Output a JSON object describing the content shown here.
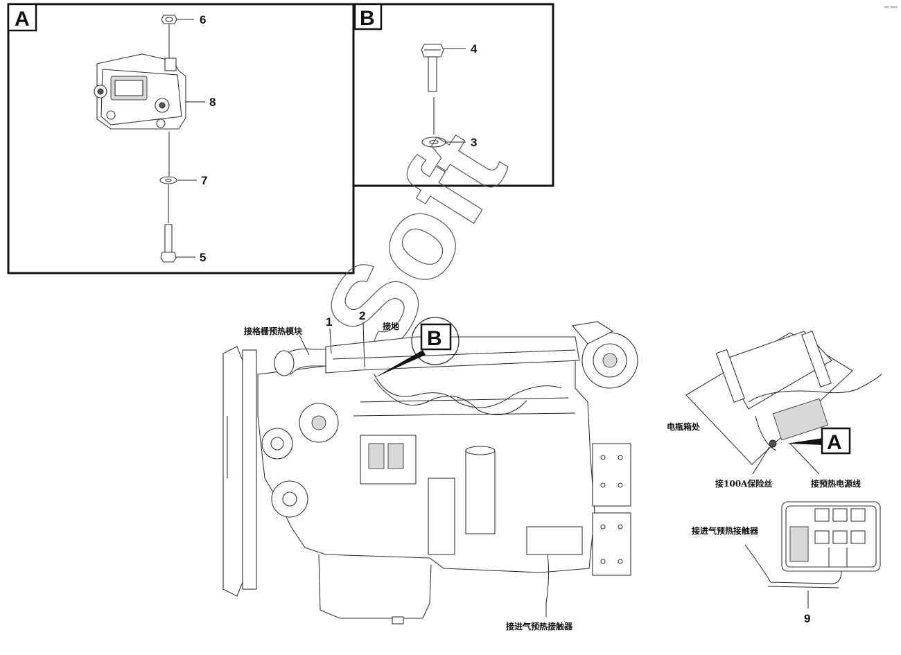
{
  "callouts": {
    "c1": "1",
    "c2": "2",
    "c3": "3",
    "c4": "4",
    "c5": "5",
    "c6": "6",
    "c7": "7",
    "c8": "8",
    "c9": "9"
  },
  "boxes": {
    "a": "A",
    "b": "B"
  },
  "labels": {
    "grid_preheat_module": "接格栅预热模块",
    "ground": "接地",
    "battery_box": "电瓶箱处",
    "fuse_100a": "接100A保险丝",
    "preheat_power_line": "接预热电源线",
    "intake_preheat_contactor_right": "接进气预热接触器",
    "intake_preheat_contactor_bottom": "接进气预热接触器"
  },
  "watermark": "Soft",
  "corner_mark": "ᵒᵒ ᵒᵒᵒ",
  "colors": {
    "ink": "#111111",
    "background": "#ffffff"
  }
}
